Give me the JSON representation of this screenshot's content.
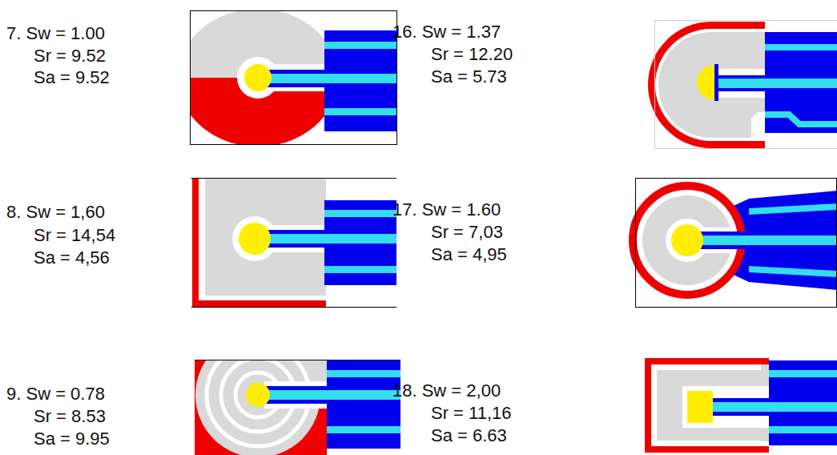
{
  "diagram": {
    "labels": [
      "7. Sw = 1.00",
      "Sr = 9.52",
      "Sa = 9.52",
      "8. Sw = 1,60",
      "Sr = 14,54",
      "Sa = 4,56",
      "9. Sw = 0.78",
      "Sr = 8.53",
      "Sa = 9.95",
      "16. Sw = 1.37",
      "Sr = 12.20",
      "Sa = 5.73",
      "17. Sw = 1.60",
      "Sr = 7,03",
      "Sa = 4,95",
      "18. Sw = 2,00",
      "Sr = 11,16",
      "Sa = 6.63"
    ]
  }
}
